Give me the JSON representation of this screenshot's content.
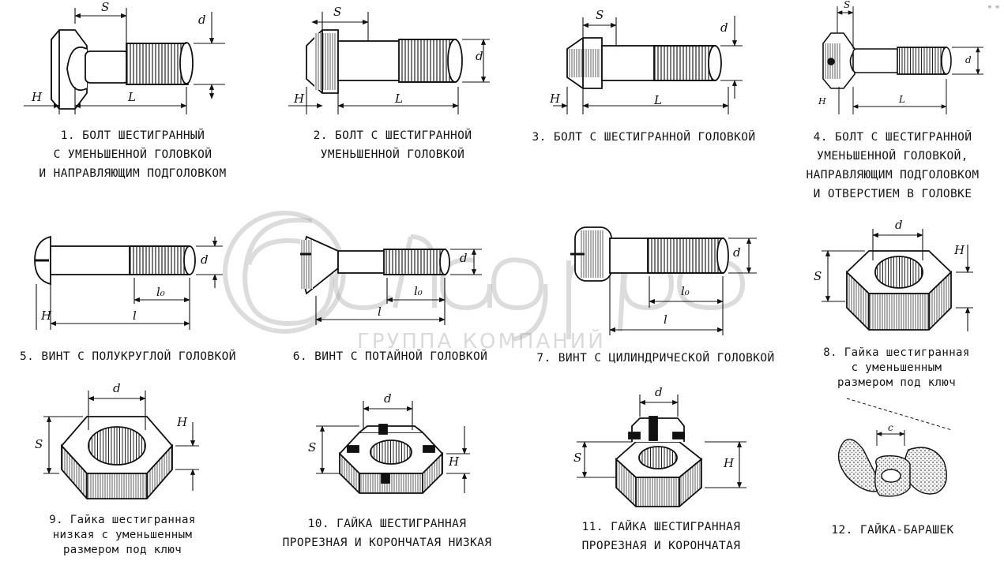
{
  "watermark": {
    "brand": "белагро",
    "tagline": "ГРУППА КОМПАНИЙ"
  },
  "corner_mark": "≡ ≡",
  "items": [
    {
      "id": 1,
      "caption": [
        "1. БОЛТ ШЕСТИГРАННЫЙ",
        "С УМЕНЬШЕННОЙ ГОЛОВКОЙ",
        "И НАПРАВЛЯЮЩИМ ПОДГОЛОВКОМ"
      ],
      "dims": [
        "S",
        "d",
        "H",
        "L"
      ]
    },
    {
      "id": 2,
      "caption": [
        "2. БОЛТ С ШЕСТИГРАННОЙ",
        "УМЕНЬШЕННОЙ ГОЛОВКОЙ"
      ],
      "dims": [
        "S",
        "d",
        "H",
        "L"
      ]
    },
    {
      "id": 3,
      "caption": [
        "3. БОЛТ С ШЕСТИГРАННОЙ ГОЛОВКОЙ"
      ],
      "dims": [
        "S",
        "d",
        "H",
        "L"
      ]
    },
    {
      "id": 4,
      "caption": [
        "4. БОЛТ С ШЕСТИГРАННОЙ",
        "УМЕНЬШЕННОЙ ГОЛОВКОЙ,",
        "НАПРАВЛЯЮЩИМ ПОДГОЛОВКОМ",
        "И ОТВЕРСТИЕМ В ГОЛОВКЕ"
      ],
      "dims": [
        "S",
        "d",
        "H",
        "L"
      ]
    },
    {
      "id": 5,
      "caption": [
        "5. ВИНТ С ПОЛУКРУГЛОЙ ГОЛОВКОЙ"
      ],
      "dims": [
        "d",
        "l0",
        "H",
        "l"
      ]
    },
    {
      "id": 6,
      "caption": [
        "6. ВИНТ С ПОТАЙНОЙ ГОЛОВКОЙ"
      ],
      "dims": [
        "d",
        "l0",
        "l"
      ]
    },
    {
      "id": 7,
      "caption": [
        "7. ВИНТ С ЦИЛИНДРИЧЕСКОЙ ГОЛОВКОЙ"
      ],
      "dims": [
        "d",
        "l0",
        "l"
      ]
    },
    {
      "id": 8,
      "caption": [
        "8. Гайка шестигранная",
        "с уменьшенным",
        "размером под ключ"
      ],
      "dims": [
        "d",
        "S",
        "H"
      ]
    },
    {
      "id": 9,
      "caption": [
        "9. Гайка шестигранная",
        "низкая с уменьшенным",
        "размером под ключ"
      ],
      "dims": [
        "d",
        "S",
        "H"
      ]
    },
    {
      "id": 10,
      "caption": [
        "10. ГАЙКА ШЕСТИГРАННАЯ",
        "ПРОРЕЗНАЯ И КОРОНЧАТАЯ НИЗКАЯ"
      ],
      "dims": [
        "d",
        "S",
        "H"
      ]
    },
    {
      "id": 11,
      "caption": [
        "11. ГАЙКА ШЕСТИГРАННАЯ",
        "ПРОРЕЗНАЯ И КОРОНЧАТАЯ"
      ],
      "dims": [
        "d",
        "S",
        "H"
      ]
    },
    {
      "id": 12,
      "caption": [
        "12. ГАЙКА-БАРАШЕК"
      ],
      "dims": [
        "c"
      ]
    }
  ]
}
